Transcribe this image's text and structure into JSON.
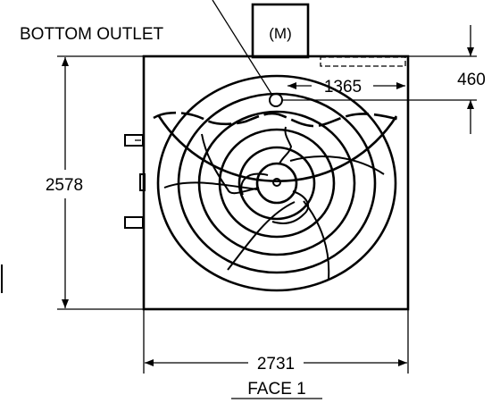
{
  "drawing": {
    "callout": "BOTTOM OUTLET",
    "motor_symbol": "(M)",
    "dim_outlet_x": "1365",
    "dim_outlet_y": "460",
    "dim_height": "2578",
    "dim_width": "2731",
    "view_title": "FACE 1"
  },
  "colors": {
    "line": "#000000",
    "background": "#ffffff"
  }
}
